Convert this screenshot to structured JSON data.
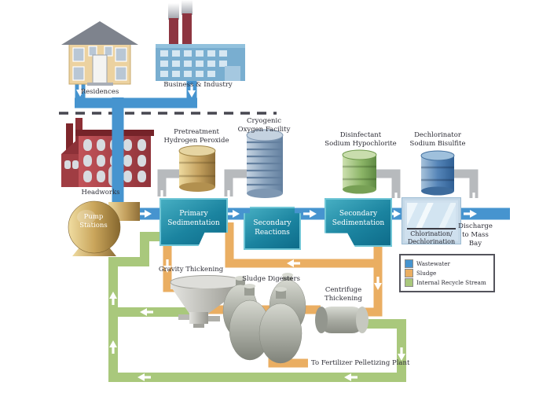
{
  "sources": {
    "residences": "Residences",
    "business": "Business & Industry"
  },
  "headworks": "Headworks",
  "pump_stations": {
    "line1": "Pump",
    "line2": "Stations"
  },
  "chemicals": {
    "peroxide": {
      "line1": "Pretreatment",
      "line2": "Hydrogen Peroxide"
    },
    "oxygen": {
      "line1": "Cryogenic",
      "line2": "Oxygen Facility"
    },
    "hypochlorite": {
      "line1": "Disinfectant",
      "line2": "Sodium Hypochlorite"
    },
    "bisulfite": {
      "line1": "Dechlorinator",
      "line2": "Sodium Bisulfite"
    }
  },
  "process_units": {
    "primary_sedimentation": {
      "line1": "Primary",
      "line2": "Sedimentation"
    },
    "secondary_reactions": {
      "line1": "Secondary",
      "line2": "Reactions"
    },
    "secondary_sedimentation": {
      "line1": "Secondary",
      "line2": "Sedimentation"
    },
    "chlorination": {
      "line1": "Chlorination/",
      "line2": "Dechlorination"
    }
  },
  "discharge": {
    "line1": "Discharge",
    "line2": "to Mass",
    "line3": "Bay"
  },
  "solids": {
    "gravity_thickening": "Gravity Thickening",
    "sludge_digesters": "Sludge Digesters",
    "centrifuge": {
      "line1": "Centrifuge",
      "line2": "Thickening"
    },
    "fertilizer": "To Fertilizer Pelletizing Plant"
  },
  "legend": {
    "items": [
      {
        "label": "Wastewater",
        "color": "#4694cf"
      },
      {
        "label": "Sludge",
        "color": "#eaae62"
      },
      {
        "label": "Internal Recycle Stream",
        "color": "#a9c87c"
      }
    ]
  },
  "colors": {
    "wastewater": "#4694cf",
    "sludge": "#eaae62",
    "recycle": "#a9c87c",
    "chemical_pipe": "#b7babd"
  }
}
